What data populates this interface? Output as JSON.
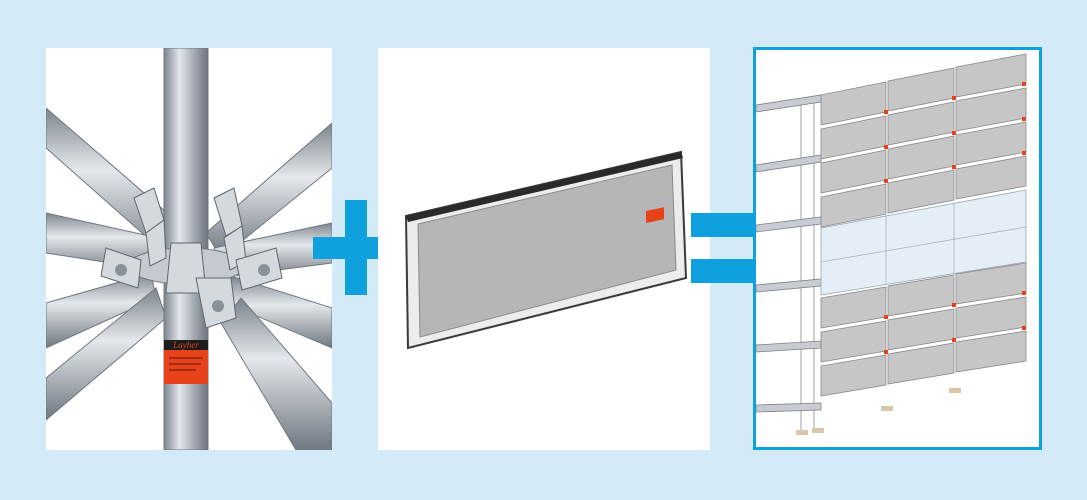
{
  "colors": {
    "background": "#d3eaf8",
    "accent_blue": "#0ea1dd",
    "steel": "#b8bfc6",
    "label_orange": "#e8421a"
  },
  "panels": {
    "scaffold_node": {
      "label_text": "Layher",
      "icon": "rosette-node-image"
    },
    "cladding_panel": {
      "icon": "cladding-panel-image"
    },
    "scaffold_facade": {
      "icon": "clad-scaffold-facade-image"
    }
  },
  "operators": {
    "plus": "+",
    "equals": "="
  }
}
